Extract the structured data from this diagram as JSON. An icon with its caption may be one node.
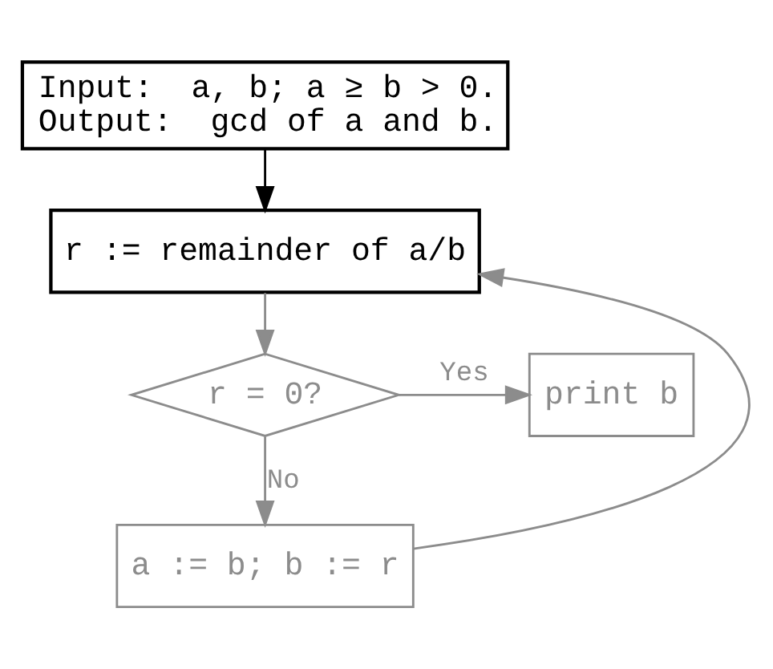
{
  "diagram": {
    "nodes": [
      {
        "text": [
          "Input:  a, b; a ≥ b > 0.",
          "Output:  gcd of a and b."
        ]
      },
      {
        "text": [
          "r := remainder of a/b"
        ]
      },
      {
        "text": [
          "r = 0?"
        ]
      },
      {
        "text": [
          "print b"
        ]
      },
      {
        "text": [
          "a := b; b := r"
        ]
      }
    ],
    "edges": [
      {
        "from": 0,
        "to": 1,
        "arrow": "to",
        "color": "#000000"
      },
      {
        "from": 1,
        "to": 2,
        "arrow": "to"
      },
      {
        "from": 2,
        "to": 3,
        "arrow": "to",
        "label": "Yes"
      },
      {
        "from": 2,
        "to": 4,
        "arrow": "to",
        "label": "No"
      },
      {
        "from": 4,
        "to": 1,
        "arrow": "to"
      }
    ]
  }
}
